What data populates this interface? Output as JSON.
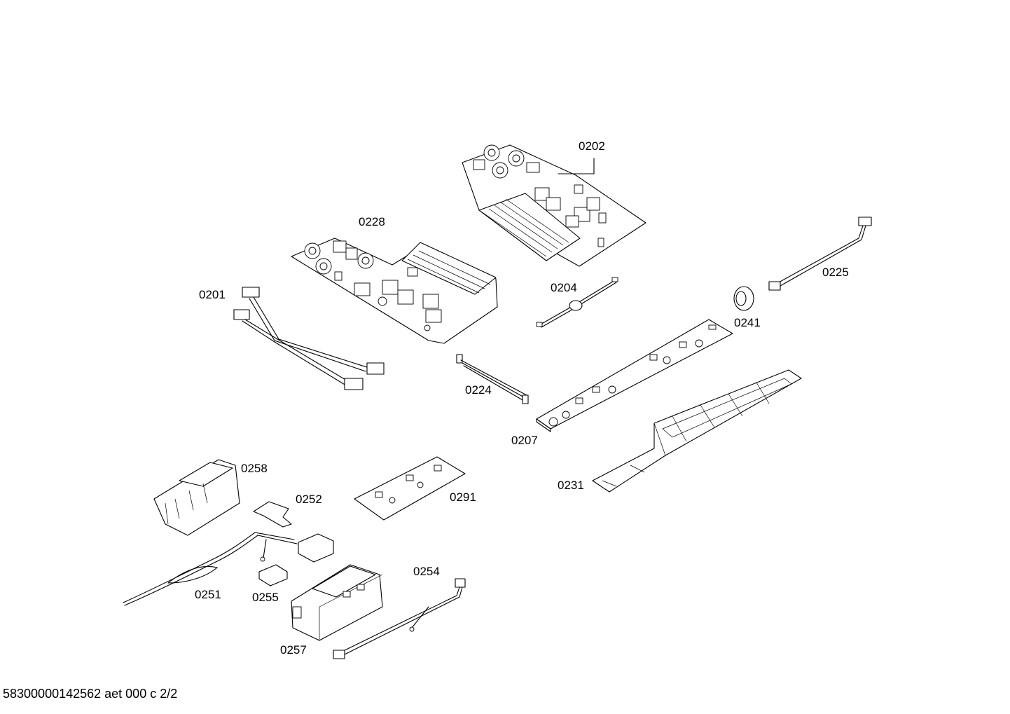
{
  "parts": [
    {
      "id": "p0202",
      "label": "0202"
    },
    {
      "id": "p0228",
      "label": "0228"
    },
    {
      "id": "p0201",
      "label": "0201"
    },
    {
      "id": "p0204",
      "label": "0204"
    },
    {
      "id": "p0225",
      "label": "0225"
    },
    {
      "id": "p0241",
      "label": "0241"
    },
    {
      "id": "p0224",
      "label": "0224"
    },
    {
      "id": "p0207",
      "label": "0207"
    },
    {
      "id": "p0231",
      "label": "0231"
    },
    {
      "id": "p0258",
      "label": "0258"
    },
    {
      "id": "p0252",
      "label": "0252"
    },
    {
      "id": "p0291",
      "label": "0291"
    },
    {
      "id": "p0254",
      "label": "0254"
    },
    {
      "id": "p0251",
      "label": "0251"
    },
    {
      "id": "p0255",
      "label": "0255"
    },
    {
      "id": "p0257",
      "label": "0257"
    }
  ],
  "footer": "58300000142562 aet 000 c 2/2"
}
